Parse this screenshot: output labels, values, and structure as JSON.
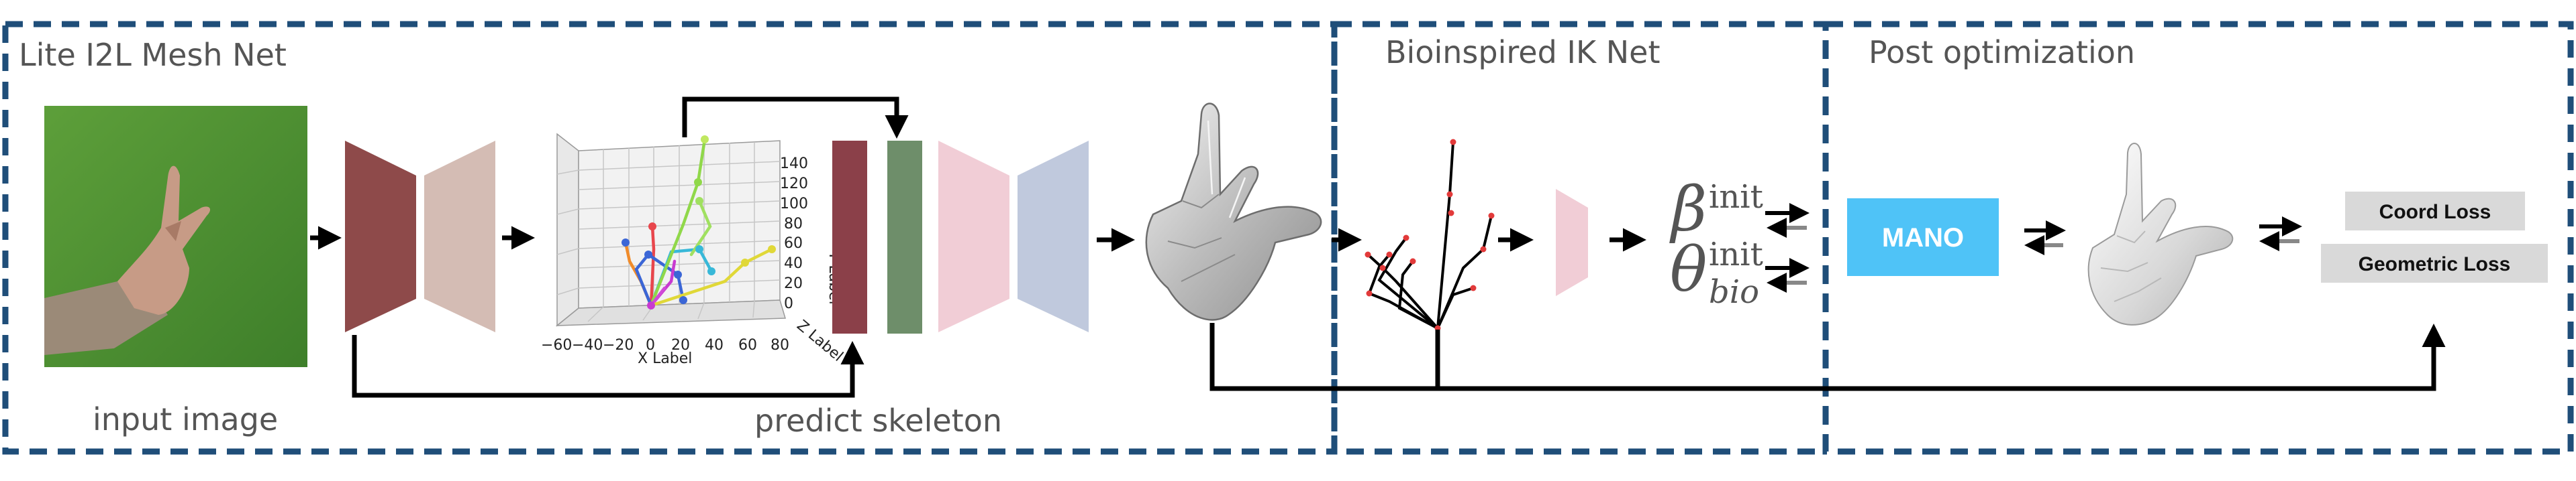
{
  "sections": {
    "mesh_net": {
      "title": "Lite I2L Mesh Net"
    },
    "ik_net": {
      "title": "Bioinspired IK Net"
    },
    "post_opt": {
      "title": "Post optimization"
    }
  },
  "captions": {
    "input_image": "input image",
    "predict_skeleton": "predict skeleton"
  },
  "plot": {
    "x_ticks": [
      "−60",
      "−40",
      "−20",
      "0",
      "20",
      "40",
      "60",
      "80"
    ],
    "y_ticks": [
      "0",
      "20",
      "40",
      "60",
      "80",
      "100",
      "120",
      "140"
    ],
    "x_label": "X Label",
    "y_label": "Y Label",
    "z_label": "Z Label"
  },
  "math": {
    "beta": "β",
    "theta": "θ",
    "init": "init",
    "bio": "bio"
  },
  "mano": {
    "label": "MANO",
    "color": "#4fc3f7"
  },
  "losses": {
    "coord": "Coord Loss",
    "geometric": "Geometric Loss"
  },
  "colors": {
    "dashed_border": "#1f4e79",
    "encoder_front": "#8e4a4a",
    "encoder_back": "#d4bcb4",
    "feature_bar_red": "#8b4049",
    "feature_bar_green": "#6e8e6a",
    "decoder_pink": "#f1cdd6",
    "decoder_blue": "#c0c9dd"
  }
}
